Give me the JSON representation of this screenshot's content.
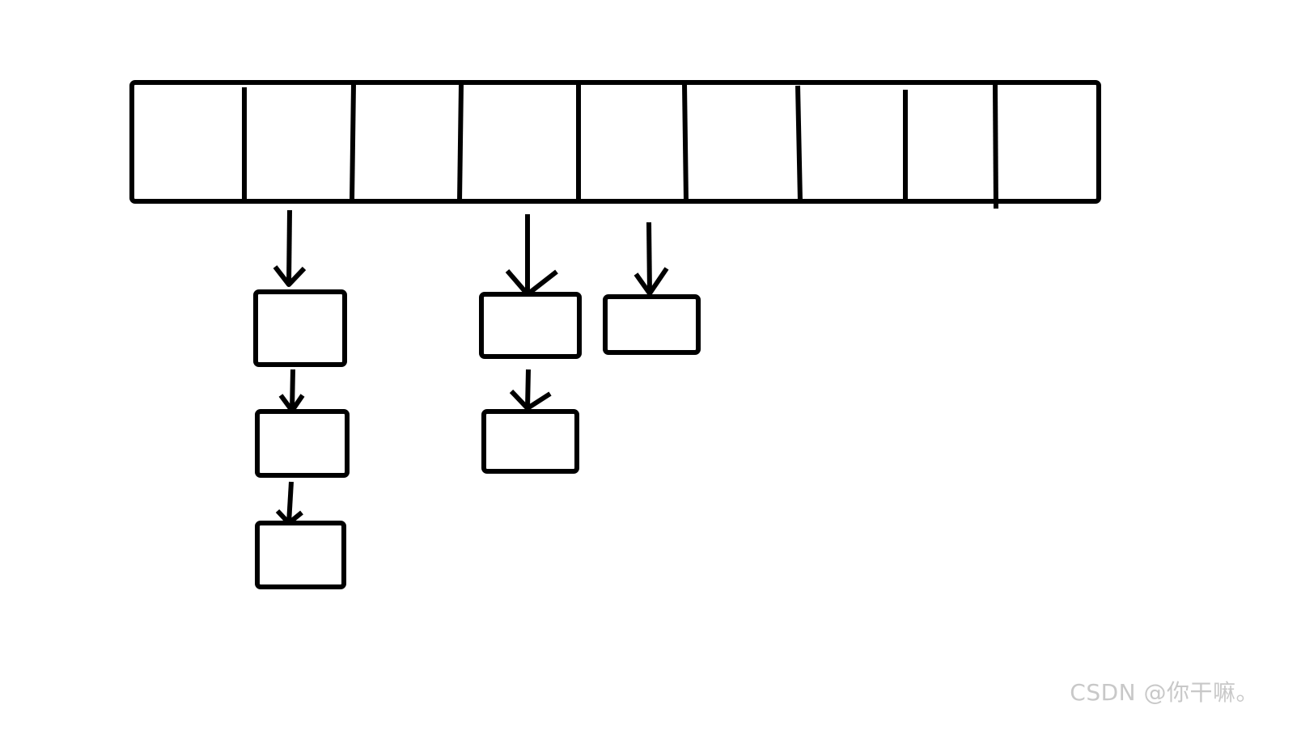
{
  "diagram": {
    "bucket_count": 9,
    "chains": [
      {
        "bucket": 2,
        "node_count": 3
      },
      {
        "bucket": 4,
        "node_count": 2
      },
      {
        "bucket": 5,
        "node_count": 1
      }
    ]
  },
  "colors": {
    "stroke": "#000000",
    "background": "#ffffff",
    "watermark": "#c8c8c8"
  },
  "watermark": {
    "text": "CSDN @你干嘛。"
  }
}
